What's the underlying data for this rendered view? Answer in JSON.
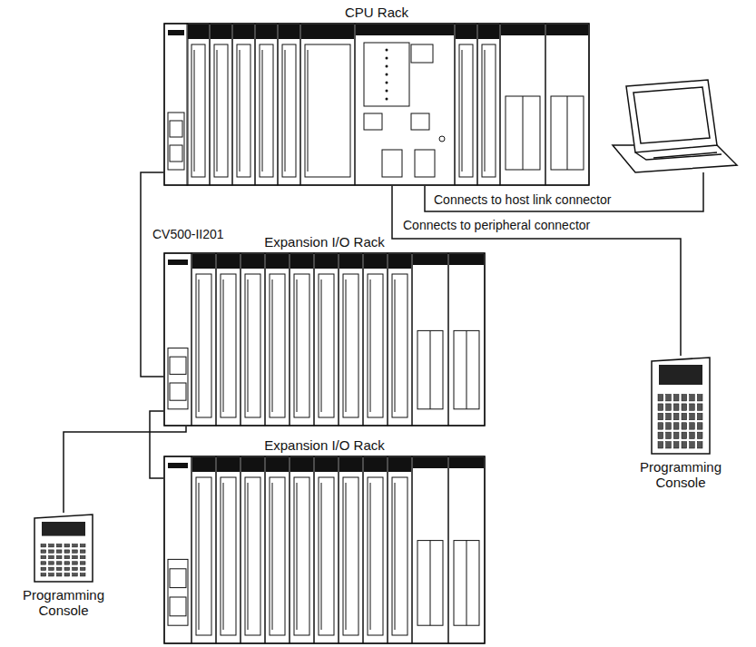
{
  "diagram": {
    "nodes": [
      {
        "text": [
          "CPU Rack"
        ]
      },
      {
        "text": [
          "Expansion I/O Rack"
        ]
      },
      {
        "text": [
          "Expansion I/O Rack"
        ]
      },
      {
        "text": [
          "Programming Console"
        ]
      },
      {
        "text": [
          "Programming Console"
        ]
      }
    ],
    "edges": [
      {
        "from": 0,
        "to": 1,
        "arrow": "none",
        "label": "CV500-II201"
      },
      {
        "from": 1,
        "to": 2,
        "arrow": "none"
      },
      {
        "from": 0,
        "to": 3,
        "arrow": "none",
        "label": "Connects to peripheral connector"
      },
      {
        "from": 4,
        "to": 1,
        "arrow": "none"
      }
    ],
    "labels": [
      "Connects to host link connector"
    ]
  }
}
